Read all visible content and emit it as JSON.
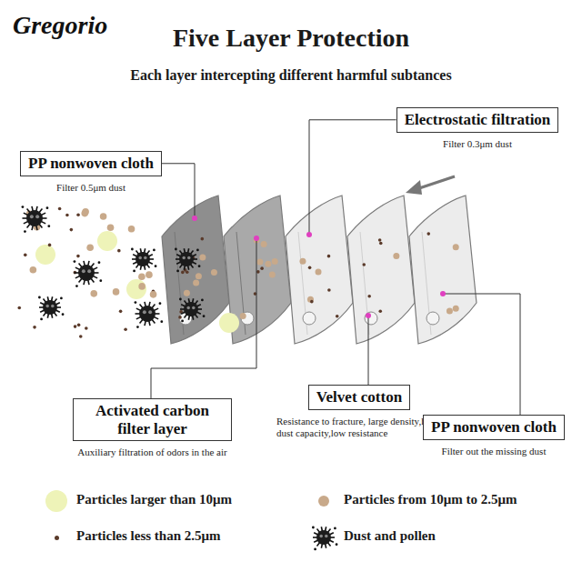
{
  "diagram": {
    "title": "Five Layer Protection",
    "nodes": [
      {
        "text": [
          "PP nonwoven cloth",
          "Filter 0.5μm dust"
        ]
      },
      {
        "text": [
          "Electrostatic filtration",
          "Filter 0.3μm dust"
        ]
      },
      {
        "text": [
          "Activated carbon filter layer",
          "Auxiliary filtration of odors in the air"
        ]
      },
      {
        "text": [
          "Velvet cotton",
          "Resistance to fracture, large density,high dust capacity,low resistance"
        ]
      },
      {
        "text": [
          "PP nonwoven cloth",
          "Filter out the missing dust"
        ]
      }
    ],
    "labels": [
      "Gregorio",
      "Each layer intercepting different harmful subtances"
    ],
    "legend": [
      {
        "text": "Particles larger than 10μm",
        "color": "#eef3b8"
      },
      {
        "text": "Particles from 10μm to 2.5μm",
        "color": "#c8a98a"
      },
      {
        "text": "Particles less than 2.5μm",
        "color": "#5a3a2a"
      },
      {
        "text": "Dust and pollen"
      }
    ]
  }
}
